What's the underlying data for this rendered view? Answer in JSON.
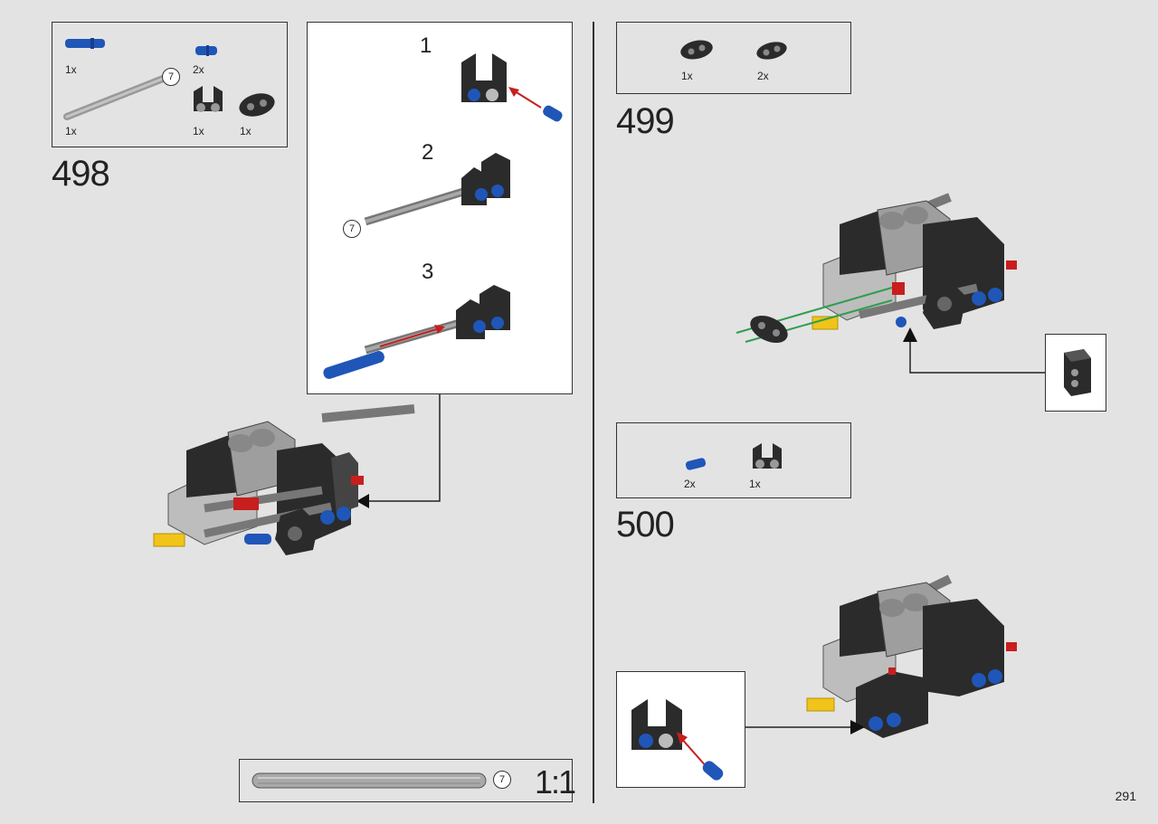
{
  "page": {
    "number": "291"
  },
  "step498": {
    "number": "498",
    "parts": [
      {
        "name": "long-blue-pin",
        "qty": "1x"
      },
      {
        "name": "short-blue-pin",
        "qty": "2x"
      },
      {
        "name": "axle",
        "qty": "1x",
        "length": "7"
      },
      {
        "name": "black-pin-connector",
        "qty": "1x"
      },
      {
        "name": "black-beam",
        "qty": "1x"
      }
    ],
    "substeps": [
      "1",
      "2",
      "3"
    ],
    "substep2_axle_length": "7"
  },
  "step499": {
    "number": "499",
    "parts": [
      {
        "name": "black-double-connector",
        "qty": "1x"
      },
      {
        "name": "black-link",
        "qty": "2x"
      }
    ]
  },
  "step500": {
    "number": "500",
    "parts": [
      {
        "name": "short-blue-pin",
        "qty": "2x"
      },
      {
        "name": "black-pin-connector",
        "qty": "1x"
      }
    ]
  },
  "scale": {
    "axle_length": "7",
    "label": "1:1"
  },
  "colors": {
    "blue": "#1f56b8",
    "black": "#2b2b2b",
    "gray": "#a9a9a9",
    "red": "#c81e1e",
    "yellow": "#f0c419",
    "green": "#2e9e4f"
  }
}
